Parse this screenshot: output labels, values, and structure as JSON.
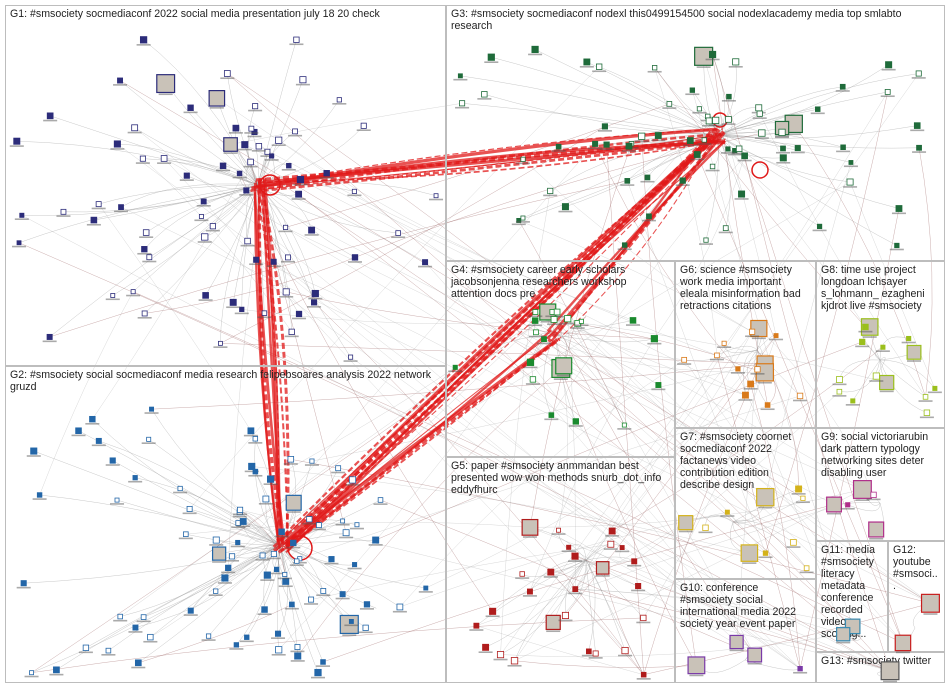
{
  "groups": [
    {
      "id": "G1",
      "label": "G1: #smsociety socmediaconf 2022 social media presentation july 18 20 check",
      "color": "#2c2c7a"
    },
    {
      "id": "G2",
      "label": "G2: #smsociety social socmediaconf media research felipebsoares analysis 2022 network gruzd",
      "color": "#2366a8"
    },
    {
      "id": "G3",
      "label": "G3: #smsociety socmediaconf nodexl this0499154500 social nodexlacademy media top smlabto research",
      "color": "#1f6b3a"
    },
    {
      "id": "G4",
      "label": "G4: #smsociety career early scholars jacobsonjenna researchers workshop attention docs pre",
      "color": "#1a8a2e"
    },
    {
      "id": "G5",
      "label": "G5: paper #smsociety anmmandan best presented wow won methods snurb_dot_info eddyfhurc",
      "color": "#b01c1c"
    },
    {
      "id": "G6",
      "label": "G6: science #smsociety work media important eleala misinformation bad retractions citations",
      "color": "#d97a1a"
    },
    {
      "id": "G7",
      "label": "G7: #smsociety coornet socmediaconf 2022 factanews video contribution edition describe design",
      "color": "#d4b21a"
    },
    {
      "id": "G8",
      "label": "G8: time use project longdoan lchsayer s_lohmann_ ezagheni kjdrot live #smsociety",
      "color": "#9bbf1c"
    },
    {
      "id": "G9",
      "label": "G9: social victoriarubin dark pattern typology networking sites deter disabling user",
      "color": "#b02e8a"
    },
    {
      "id": "G10",
      "label": "G10: conference #smsociety social international media 2022 society year event paper",
      "color": "#7a3aa8"
    },
    {
      "id": "G11",
      "label": "G11: media #smsociety literacy metadata conference recorded video scoping...",
      "color": "#3a8ab0"
    },
    {
      "id": "G12",
      "label": "G12: youtube #smsoci...",
      "color": "#c81e1e"
    },
    {
      "id": "G13",
      "label": "G13: #smsociety twitter",
      "color": "#555555"
    }
  ]
}
